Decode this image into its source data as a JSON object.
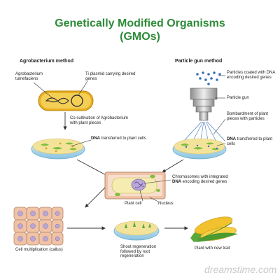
{
  "title_line1": "Genetically Modified Organisms",
  "title_line2": "(GMOs)",
  "agro": {
    "heading": "Agrobacterium method",
    "bacterium": "Agrobacterium tumefaciens",
    "plasmid": "Ti plasmid carrying desired genes",
    "cocultivation": "Co cultivation of Agrobacterium with plant pieces",
    "dna_prefix": "DNA",
    "dna_suffix": " transferred to plant cells"
  },
  "gun": {
    "heading": "Particle gun method",
    "particles": "Particles coated with DNA encoding desired genes",
    "gun": "Particle gun",
    "bombardment": "Bombardment of plant pieces with particles",
    "dna_prefix": "DNA",
    "dna_suffix": " transferred to plant cells"
  },
  "cell": {
    "chromosomes_prefix": "Chromosomes with integrated ",
    "chromosomes_dna": "DNA",
    "chromosomes_suffix": " encoding desired genes",
    "plant_cell": "Plant cell",
    "nucleus": "Nucleus"
  },
  "bottom": {
    "callus": "Cell multiplication (callus)",
    "regeneration": "Shoot regeneration followed by root regeneration",
    "new_trait": "Plant with new trait"
  },
  "watermark": "dreamstime.com",
  "colors": {
    "title": "#2e8b3a",
    "bacterium": "#f2c12e",
    "agar": "#f3e39a",
    "dish": "#9fd0e8",
    "plant_tissue": "#7fbf3f",
    "cell_wall": "#f0c2a6",
    "nucleus": "#b9a7d6",
    "corn": "#f2c12e",
    "husk": "#5aa83a"
  }
}
